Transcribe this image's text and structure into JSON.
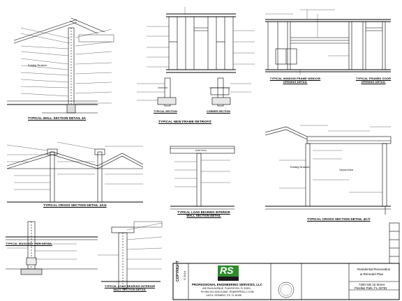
{
  "sheet": {
    "details": [
      {
        "id": "wall_section_4a",
        "title": "TYPICAL WALL SECTION DETAIL 4A"
      },
      {
        "id": "new_frame",
        "title": "TYPICAL NEW FRAME RETROFIT"
      },
      {
        "id": "typical_section",
        "title": "TYPICAL SECTION"
      },
      {
        "id": "corner_section",
        "title": "CORNER SECTION"
      },
      {
        "id": "window_opening",
        "title": "TYPICAL WINDOW FRAME WINDOW OPENING DETAIL"
      },
      {
        "id": "door_opening",
        "title": "TYPICAL FRAMED DOOR OPENING DETAIL"
      },
      {
        "id": "cross_section_4a",
        "title": "TYPICAL CROSS SECTION DETAIL 4A/4"
      },
      {
        "id": "load_bearing_wall",
        "title": "TYPICAL LOAD BEARING INTERIOR WALL SECTION DETAIL"
      },
      {
        "id": "cross_section_4c",
        "title": "TYPICAL CROSS SECTION DETAIL 4C/7"
      },
      {
        "id": "masonry_pier",
        "title": "TYPICAL MASONRY PIER DETAIL"
      },
      {
        "id": "load_bearing_interior",
        "title": "TYPICAL LOAD BEARING INTERIOR WALL SECTION DETAIL"
      }
    ],
    "labels": {
      "existing_structure": "Existing Structure",
      "carport_area": "Carport Area",
      "partition": "PARTITION"
    }
  },
  "title_block": {
    "copyright": "COPYRIGHT",
    "copyright_year": "© 2024",
    "logo_letters": "RS",
    "firm_name": "PROFESSIONAL ENGINEERING SERVICES, LLC",
    "firm_address": "405 PALM AVENUE, PLANTATION, FL 33324",
    "firm_phone": "PH 954-913-3330  E-MAIL: RS@RSPESLLC.COM",
    "engineer": "LUIS A. ROSARIO, P.E.  FL 64198",
    "project_title": "Residential Renovation",
    "project_subtitle": "& Remodel Plan",
    "address_line1": "7290 SW 15 Street",
    "address_line2": "Pinellas Park, FL 33781"
  },
  "colors": {
    "ink": "#000000",
    "logo_green": "#2e8b2e",
    "logo_dark": "#1a1a1a"
  }
}
